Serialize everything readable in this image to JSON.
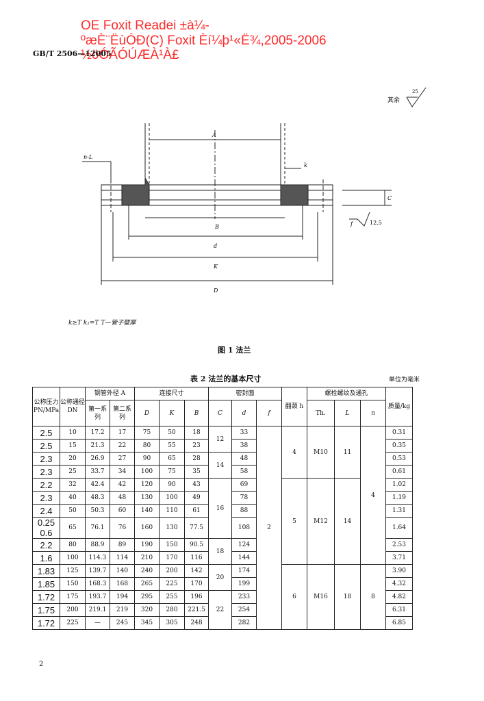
{
  "watermark": {
    "line1": "OE Foxit Readei ±à¼-",
    "line2": "ºæÈ¨ËùÓÐ(C) Foxit Èí¼þ¹«Ë¾,2005-2006",
    "line3": "½öÓÃÓÚÆÀ¹À£"
  },
  "header": {
    "standard": "GB/T 2506—12005"
  },
  "figure": {
    "roughness_label": "其余",
    "roughness_value": "25",
    "roughness_small": "12.5",
    "dim_A": "A",
    "dim_B": "B",
    "dim_d": "d",
    "dim_K": "K",
    "dim_D": "D",
    "dim_k": "k",
    "dim_C": "C",
    "dim_f": "f",
    "dim_nL": "n-L",
    "formula": "k≥T    k₁=T    T—管子壁厚",
    "caption": "图 1   法兰"
  },
  "table": {
    "caption": "表 2   法兰的基本尺寸",
    "unit": "单位为毫米",
    "headers": {
      "pn": "公称压力 PN/MPa",
      "dn": "公称通径 DN",
      "pipe_od": "钢管外径 A",
      "series1": "第一系列",
      "series2": "第二系列",
      "connection": "连接尺寸",
      "D": "D",
      "K": "K",
      "B": "B",
      "sealing": "密封面",
      "C": "C",
      "d": "d",
      "f": "f",
      "neck": "翻颈 h",
      "bolt": "螺栓螺纹及通孔",
      "Th": "Th.",
      "L": "L",
      "n": "n",
      "mass": "质量/kg"
    },
    "pn_values": [
      "2.5",
      "2.5",
      "2.3",
      "2.3",
      "2.2",
      "2.3",
      "2.4",
      "0.25 0.6",
      "2.2",
      "1.6",
      "1.83",
      "1.85",
      "1.72",
      "1.75",
      "1.72"
    ],
    "rows": [
      [
        "10",
        "17.2",
        "17",
        "75",
        "50",
        "18",
        "33",
        "0.31"
      ],
      [
        "15",
        "21.3",
        "22",
        "80",
        "55",
        "23",
        "38",
        "0.35"
      ],
      [
        "20",
        "26.9",
        "27",
        "90",
        "65",
        "28",
        "48",
        "0.53"
      ],
      [
        "25",
        "33.7",
        "34",
        "100",
        "75",
        "35",
        "58",
        "0.61"
      ],
      [
        "32",
        "42.4",
        "42",
        "120",
        "90",
        "43",
        "69",
        "1.02"
      ],
      [
        "40",
        "48.3",
        "48",
        "130",
        "100",
        "49",
        "78",
        "1.19"
      ],
      [
        "50",
        "50.3",
        "60",
        "140",
        "110",
        "61",
        "88",
        "1.31"
      ],
      [
        "65",
        "76.1",
        "76",
        "160",
        "130",
        "77.5",
        "108",
        "1.64"
      ],
      [
        "80",
        "88.9",
        "89",
        "190",
        "150",
        "90.5",
        "124",
        "2.53"
      ],
      [
        "100",
        "114.3",
        "114",
        "210",
        "170",
        "116",
        "144",
        "3.71"
      ],
      [
        "125",
        "139.7",
        "140",
        "240",
        "200",
        "142",
        "174",
        "3.90"
      ],
      [
        "150",
        "168.3",
        "168",
        "265",
        "225",
        "170",
        "199",
        "4.32"
      ],
      [
        "175",
        "193.7",
        "194",
        "295",
        "255",
        "196",
        "233",
        "4.82"
      ],
      [
        "200",
        "219.1",
        "219",
        "320",
        "280",
        "221.5",
        "254",
        "6.31"
      ],
      [
        "225",
        "—",
        "245",
        "345",
        "305",
        "248",
        "282",
        "6.85"
      ]
    ],
    "C_groups": [
      "12",
      "14",
      "16",
      "18",
      "20",
      "22"
    ],
    "f_value": "2",
    "h_groups": [
      "4",
      "5",
      "6"
    ],
    "Th_groups": [
      "M10",
      "M12",
      "M16"
    ],
    "L_groups": [
      "11",
      "14",
      "18"
    ],
    "n_groups": [
      "4",
      "8"
    ]
  },
  "page_number": "2"
}
